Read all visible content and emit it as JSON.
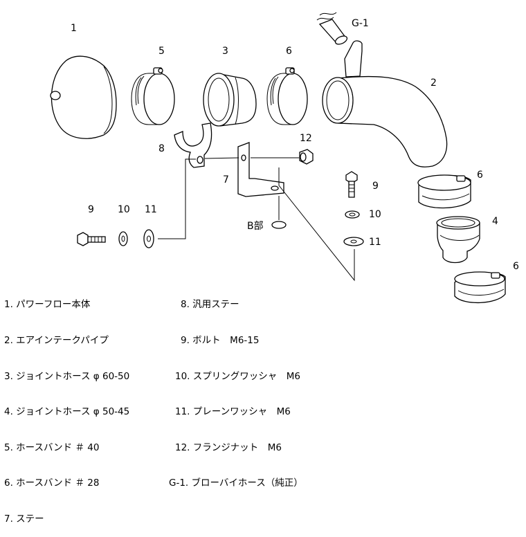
{
  "callouts": {
    "c1": "1",
    "c2": "2",
    "c3": "3",
    "c4": "4",
    "c5": "5",
    "c6a": "6",
    "c6b": "6",
    "c6c": "6",
    "c7": "7",
    "c8": "8",
    "c9a": "9",
    "c9b": "9",
    "c10a": "10",
    "c10b": "10",
    "c11a": "11",
    "c11b": "11",
    "c12": "12",
    "cg1": "G-1",
    "cb": "B部"
  },
  "legend_left": [
    "1. パワーフロー本体",
    "2. エアインテークパイプ",
    "3. ジョイントホース φ 60-50",
    "4. ジョイントホース φ 50-45",
    "5. ホースバンド ＃ 40",
    "6. ホースバンド ＃ 28",
    "7. ステー"
  ],
  "legend_right": [
    "8. 汎用ステー",
    "9. ボルト　M6-15",
    "10. スプリングワッシャ　M6",
    "11. プレーンワッシャ　M6",
    "12. フランジナット　M6",
    "G-1. ブローバイホース（純正）"
  ]
}
